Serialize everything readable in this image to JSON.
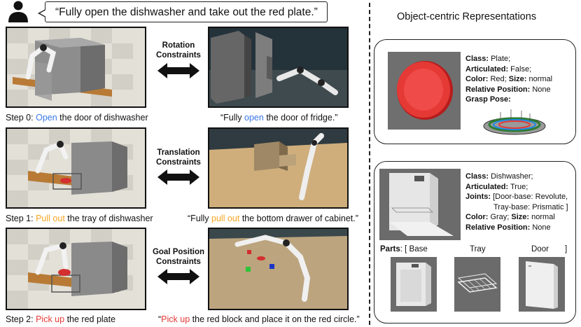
{
  "instruction": "“Fully open the dishwasher and take out the red plate.”",
  "right_title": "Object-centric Representations",
  "constraints": [
    {
      "line1": "Rotation",
      "line2": "Constraints"
    },
    {
      "line1": "Translation",
      "line2": "Constraints"
    },
    {
      "line1": "Goal Position",
      "line2": "Constraints"
    }
  ],
  "steps": [
    {
      "prefix": "Step 0: ",
      "verb": "Open",
      "rest": " the door of dishwasher",
      "verb_color": "blue"
    },
    {
      "prefix": "Step 1: ",
      "verb": "Pull out",
      "rest": " the tray of dishwasher",
      "verb_color": "orange"
    },
    {
      "prefix": "Step 2: ",
      "verb": "Pick up",
      "rest": " the red plate",
      "verb_color": "red"
    }
  ],
  "analogies": [
    {
      "prefix": "“Fully ",
      "verb": "open",
      "rest": " the door of fridge.”"
    },
    {
      "prefix": "“Fully ",
      "verb": "pull out",
      "rest": " the bottom drawer of cabinet.”"
    },
    {
      "prefix": "“",
      "verb": "Pick up",
      "rest": " the red block and place it on the red circle.”"
    }
  ],
  "plate_card": {
    "class_label": "Class:",
    "class_value": " Plate;",
    "articulated_label": "Articulated:",
    "articulated_value": " False;",
    "color_label": "Color:",
    "color_value": " Red;",
    "size_label": " Size:",
    "size_value": " normal",
    "relpos_label": "Relative Position:",
    "relpos_value": " None",
    "grasp_label": "Grasp Pose:"
  },
  "dishwasher_card": {
    "class_label": "Class:",
    "class_value": " Dishwasher;",
    "articulated_label": "Articulated:",
    "articulated_value": " True;",
    "joints_label": "Joints:",
    "joints_value1": " [Door-base: Revolute,",
    "joints_value2": "Tray-base: Prismatic ]",
    "color_label": "Color:",
    "color_value": " Gray;",
    "size_label": " Size:",
    "size_value": " normal",
    "relpos_label": "Relative Position:",
    "relpos_value": " None",
    "parts_label": "Parts",
    "parts_open": ": [ Base",
    "part_tray": "Tray",
    "part_door": "Door",
    "parts_close": "]"
  },
  "colors": {
    "open": "#3b78e7",
    "pull_out": "#f5a623",
    "pick_up": "#e53935",
    "plate": "#e53935",
    "floor_light": "#e9e6df",
    "table": "#b87a35"
  }
}
